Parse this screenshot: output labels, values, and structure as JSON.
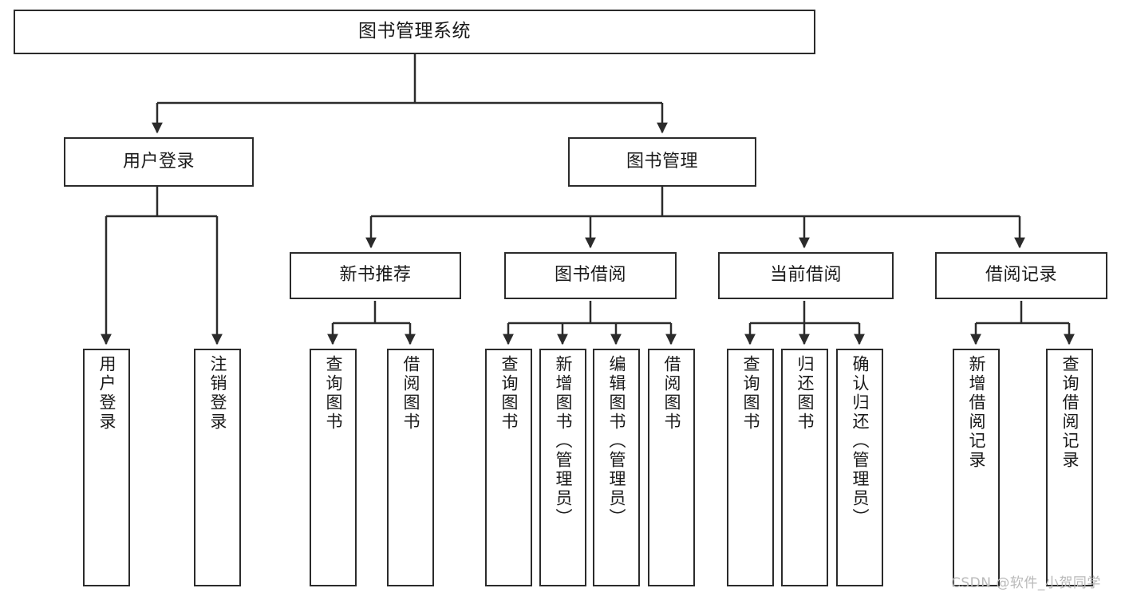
{
  "diagram": {
    "title": "图书管理系统",
    "type": "tree-hierarchy-chart",
    "root": {
      "id": "root",
      "label": "图书管理系统"
    },
    "level1": [
      {
        "id": "user-login",
        "label": "用户登录"
      },
      {
        "id": "book-manage",
        "label": "图书管理"
      }
    ],
    "level2": [
      {
        "id": "new-book-rec",
        "label": "新书推荐",
        "parent": "book-manage"
      },
      {
        "id": "book-borrow",
        "label": "图书借阅",
        "parent": "book-manage"
      },
      {
        "id": "current-borrow",
        "label": "当前借阅",
        "parent": "book-manage"
      },
      {
        "id": "borrow-record",
        "label": "借阅记录",
        "parent": "book-manage"
      }
    ],
    "leaves": [
      {
        "id": "leaf-user-login",
        "label": "用户登录",
        "parent": "user-login"
      },
      {
        "id": "leaf-logout",
        "label": "注销登录",
        "parent": "user-login"
      },
      {
        "id": "leaf-query-book-1",
        "label": "查询图书",
        "parent": "new-book-rec"
      },
      {
        "id": "leaf-borrow-book-1",
        "label": "借阅图书",
        "parent": "new-book-rec"
      },
      {
        "id": "leaf-query-book-2",
        "label": "查询图书",
        "parent": "book-borrow"
      },
      {
        "id": "leaf-add-book",
        "label": "新增图书（管理员）",
        "parent": "book-borrow"
      },
      {
        "id": "leaf-edit-book",
        "label": "编辑图书（管理员）",
        "parent": "book-borrow"
      },
      {
        "id": "leaf-borrow-book-2",
        "label": "借阅图书",
        "parent": "book-borrow"
      },
      {
        "id": "leaf-query-book-3",
        "label": "查询图书",
        "parent": "current-borrow"
      },
      {
        "id": "leaf-return-book",
        "label": "归还图书",
        "parent": "current-borrow"
      },
      {
        "id": "leaf-confirm-return",
        "label": "确认归还（管理员）",
        "parent": "current-borrow"
      },
      {
        "id": "leaf-add-record",
        "label": "新增借阅记录",
        "parent": "borrow-record"
      },
      {
        "id": "leaf-query-record",
        "label": "查询借阅记录",
        "parent": "borrow-record"
      }
    ],
    "watermark": "CSDN @软件_小贺同学",
    "colors": {
      "stroke": "#2b2b2b",
      "background": "#ffffff",
      "text": "#1a1a1a",
      "watermark": "#b9b9b9"
    }
  }
}
